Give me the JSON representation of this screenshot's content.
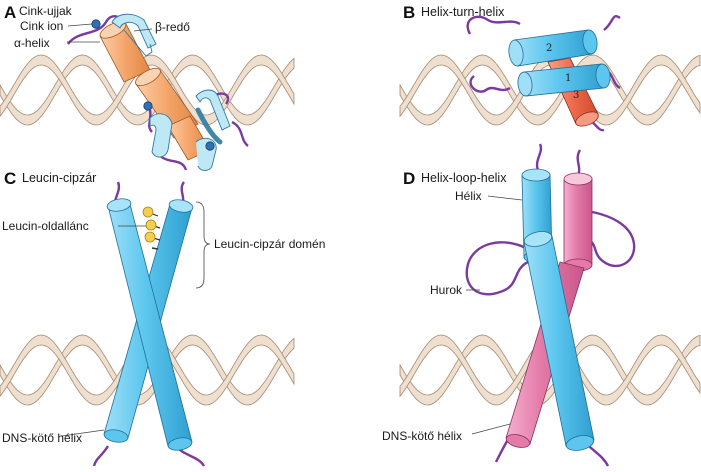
{
  "panels": {
    "a": {
      "letter": "A",
      "labels": {
        "zinc_fingers": "Cink-ujjak",
        "zinc_ion": "Cink ion",
        "beta_strand": "β-redő",
        "alpha_helix": "α-helix"
      }
    },
    "b": {
      "letter": "B",
      "title": "Helix-turn-helix",
      "helix_numbers": [
        "1",
        "2",
        "3"
      ]
    },
    "c": {
      "letter": "C",
      "title": "Leucin-cipzár",
      "labels": {
        "leucine_side_chain": "Leucin-oldallánc",
        "leucine_zipper_domain": "Leucin-cipzár domén",
        "dna_binding_helix": "DNS-kötő hélix"
      }
    },
    "d": {
      "letter": "D",
      "title": "Helix-loop-helix",
      "labels": {
        "helix": "Hélix",
        "loop": "Hurok",
        "dna_binding_helix": "DNS-kötő hélix"
      }
    }
  },
  "colors": {
    "dna": "#eedfce",
    "dna_outline": "#a58a72",
    "helix_blue": "#5cc6ee",
    "helix_pink": "#e47aa8",
    "helix_orange": "#f5a56a",
    "helix_red": "#ee6a4c",
    "loop_purple": "#7a3aa0",
    "zinc_blue": "#2f70b6",
    "leucine_yellow": "#f2cf4c"
  }
}
